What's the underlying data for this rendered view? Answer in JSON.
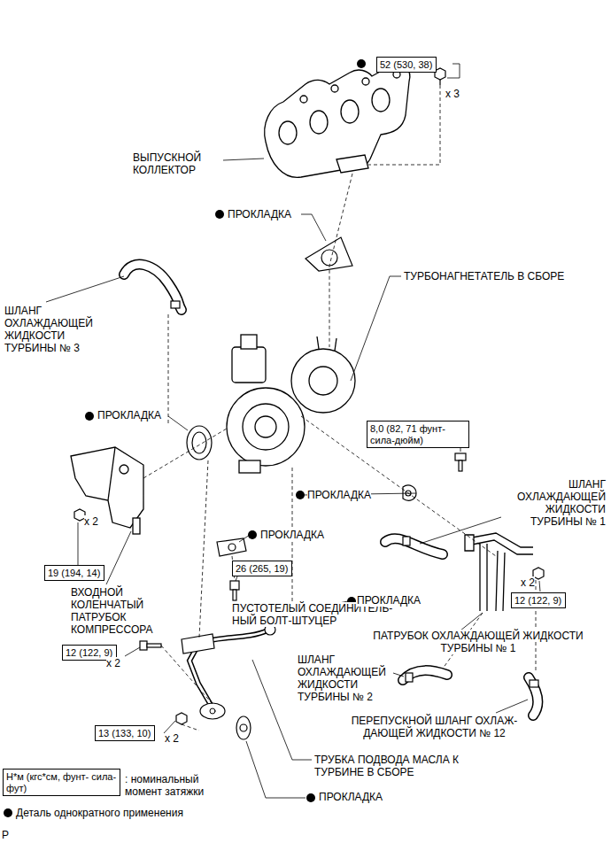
{
  "diagram": {
    "nodes": [
      {
        "text": [
          "52 (530, 38)"
        ]
      },
      {
        "text": [
          "8,0 (82, 71 фунт- сила-дюйм)"
        ]
      },
      {
        "text": [
          "19 (194, 14)"
        ]
      },
      {
        "text": [
          "26 (265, 19)"
        ]
      },
      {
        "text": [
          "12 (122, 9)"
        ]
      },
      {
        "text": [
          "12 (122, 9)"
        ]
      },
      {
        "text": [
          "13 (133, 10)"
        ]
      },
      {
        "text": [
          "Н*м (кгс*см, фунт- сила-фут)"
        ]
      }
    ],
    "labels": [
      "x 3",
      "ВЫПУСКНОЙ КОЛЛЕКТОР",
      "ПРОКЛАДКА",
      "ТУРБОНАГНЕТАТЕЛЬ В СБОРЕ",
      "ШЛАНГ ОХЛАЖДАЮЩЕЙ ЖИДКОСТИ ТУРБИНЫ № 3",
      "ПРОКЛАДКА",
      "ПРОКЛАДКА",
      "ШЛАНГ ОХЛАЖДАЮЩЕЙ ЖИДКОСТИ ТУРБИНЫ № 1",
      "x 2",
      "ПРОКЛАДКА",
      "ПУСТОТЕЛЫЙ СОЕДИНИТЕЛЬ- НЫЙ БОЛТ-ШТУЦЕР",
      "x 2",
      "ВХОДНОЙ КОЛЕНЧАТЫЙ ПАТРУБОК КОМПРЕССОРА",
      "ПРОКЛАДКА",
      "ПАТРУБОК ОХЛАЖДАЮЩЕЙ ЖИДКОСТИ ТУРБИНЫ № 1",
      "x 2",
      "ШЛАНГ ОХЛАЖДАЮЩЕЙ ЖИДКОСТИ ТУРБИНЫ № 2",
      "ПЕРЕПУСКНОЙ ШЛАНГ ОХЛАЖ- ДАЮЩЕЙ ЖИДКОСТИ № 12",
      "x 2",
      "ТРУБКА ПОДВОДА МАСЛА К ТУРБИНЕ В СБОРЕ",
      "ПРОКЛАДКА",
      "P"
    ],
    "legend": [
      {
        "text": ": номинальный момент затяжки"
      },
      {
        "text": "Деталь однократного применения"
      }
    ]
  }
}
